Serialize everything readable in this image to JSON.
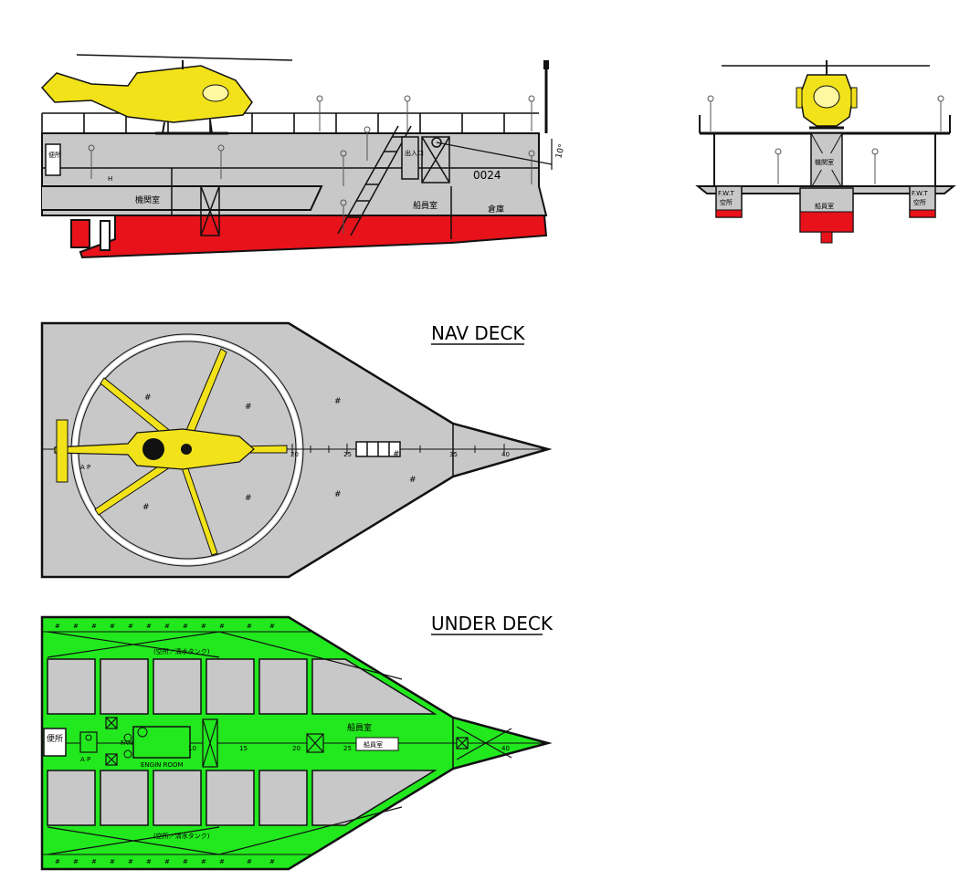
{
  "colors": {
    "hull_red": "#e8121a",
    "deck_gray": "#c8c8c8",
    "tank_green": "#22e81e",
    "heli_yellow": "#f2e21a",
    "outline": "#111111"
  },
  "side_view": {
    "hull_number": "0024",
    "angle": "10°",
    "engine_room": "機関室",
    "crew_room": "船員室",
    "storeroom": "倉庫",
    "toilet": "便所",
    "exit": "出入口",
    "h_mark": "H"
  },
  "front_view": {
    "engine_room": "機関室",
    "crew_room": "船員室",
    "fwt_left": "F.W.T",
    "fwt_right": "F.W.T",
    "empty_left": "空所",
    "empty_right": "空所"
  },
  "nav_deck": {
    "title": "NAV DECK",
    "marks": [
      "20",
      "25",
      "35",
      "40"
    ],
    "ap": "A P"
  },
  "under_deck": {
    "title": "UNDER DECK",
    "tank_top": "(空所／清水タンク)",
    "tank_bottom": "(空所／清水タンク)",
    "toilet": "便所",
    "ap": "A P",
    "engine_room": "ENGIN ROOM",
    "crew_room": "船員室",
    "fan": "FAN",
    "marks": [
      "10",
      "15",
      "20",
      "25",
      "40"
    ],
    "crew_sign": "船員室"
  }
}
